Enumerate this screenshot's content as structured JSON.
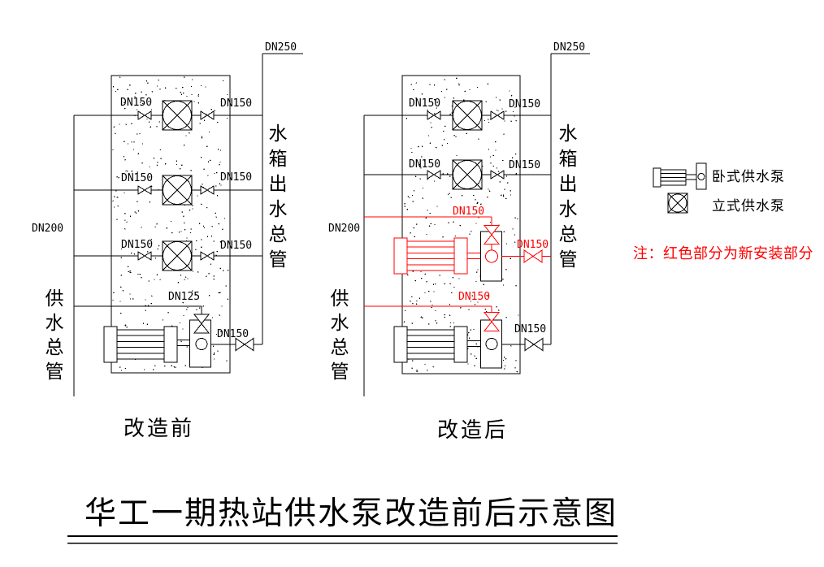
{
  "title": "华工一期热站供水泵改造前后示意图",
  "captions": {
    "before": "改造前",
    "after": "改造后"
  },
  "pipe_labels": {
    "dn250": "DN250",
    "dn200": "DN200",
    "dn150": "DN150",
    "dn125": "DN125"
  },
  "main_labels": {
    "tank_outlet": "水箱出水总管",
    "supply": "供水总管"
  },
  "legend": {
    "horizontal_pump": "卧式供水泵",
    "vertical_pump": "立式供水泵",
    "note": "注：红色部分为新安装部分"
  },
  "colors": {
    "line": "#000000",
    "new_install": "#ff0000"
  }
}
